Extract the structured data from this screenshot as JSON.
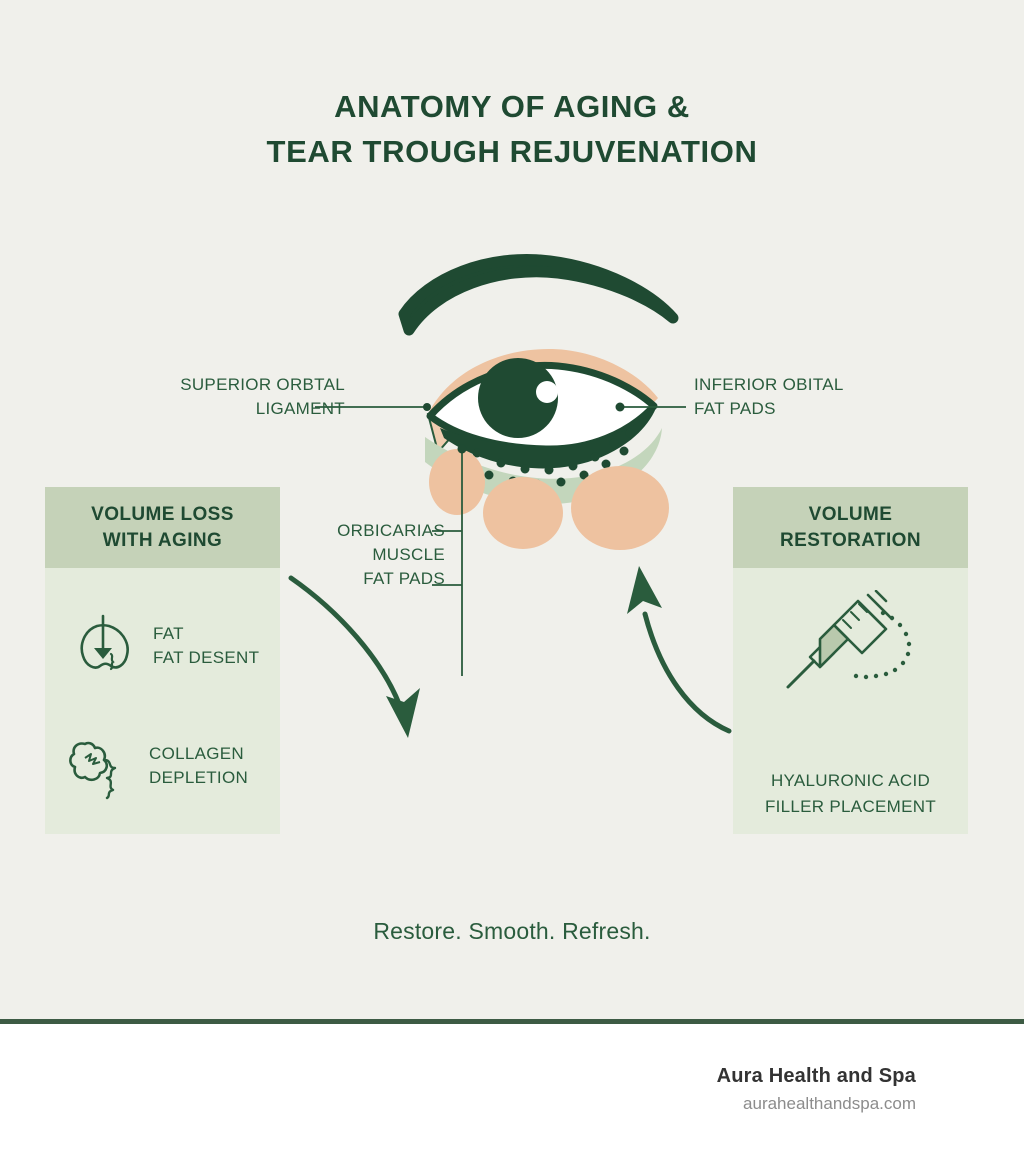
{
  "title": {
    "line1": "ANATOMY OF AGING &",
    "line2": "TEAR TROUGH REJUVENATION"
  },
  "anatomy_labels": {
    "superior": {
      "line1": "SUPERIOR ORBTAL",
      "line2": "LIGAMENT"
    },
    "inferior": {
      "line1": "INFERIOR OBITAL",
      "line2": "FAT PADS"
    },
    "orbicularis": {
      "line1": "ORBICARIAS",
      "line2": "MUSCLE",
      "line3": "FAT PADS"
    }
  },
  "cards": {
    "left": {
      "heading_line1": "VOLUME LOSS",
      "heading_line2": "WITH AGING",
      "features": [
        {
          "icon": "fat-descent-icon",
          "line1": "FAT",
          "line2": "FAT DESENT"
        },
        {
          "icon": "collagen-depletion-icon",
          "line1": "COLLAGEN",
          "line2": "DEPLETION"
        }
      ]
    },
    "right": {
      "heading_line1": "VOLUME",
      "heading_line2": "RESTORATION",
      "icon": "syringe-icon",
      "caption_line1": "HYALURONIC ACID",
      "caption_line2": "FILLER PLACEMENT"
    }
  },
  "tagline": "Restore. Smooth. Refresh.",
  "footer": {
    "brand": "Aura Health and Spa",
    "url": "aurahealthandspa.com"
  },
  "colors": {
    "background": "#f0f0eb",
    "dark_green": "#1f4a32",
    "mid_green": "#2a5c3d",
    "sage_header": "#c5d2b8",
    "card_body": "#e4ebdc",
    "muscle_band": "#c3d6bc",
    "skin_peach": "#eec3a1",
    "fat_pad_peach": "#eec2a0",
    "footer_text": "#333333",
    "footer_url": "#8c8c8c"
  }
}
